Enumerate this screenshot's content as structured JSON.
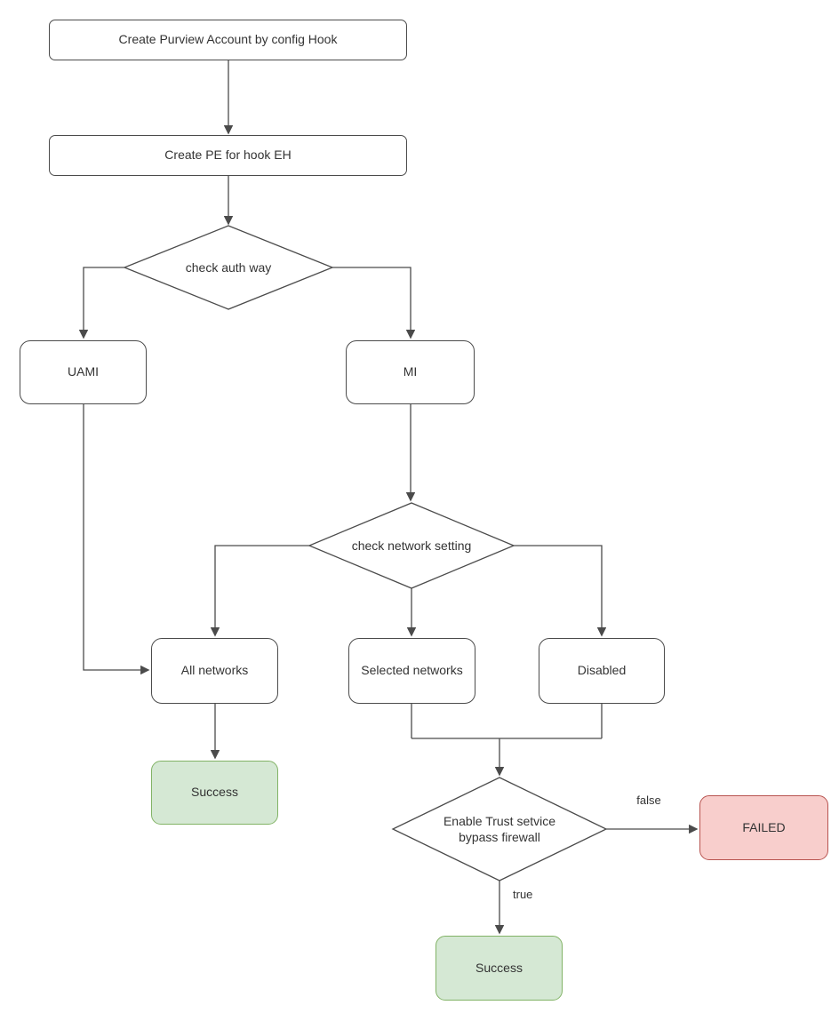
{
  "diagram": {
    "nodes": {
      "create_account": {
        "label": "Create Purview Account by config Hook",
        "type": "process"
      },
      "create_pe": {
        "label": "Create PE for hook EH",
        "type": "process"
      },
      "check_auth": {
        "label": "check auth way",
        "type": "decision"
      },
      "uami": {
        "label": "UAMI",
        "type": "rounded"
      },
      "mi": {
        "label": "MI",
        "type": "rounded"
      },
      "check_network": {
        "label": "check network setting",
        "type": "decision"
      },
      "all_networks": {
        "label": "All networks",
        "type": "rounded"
      },
      "selected_networks": {
        "label": "Selected networks",
        "type": "rounded"
      },
      "disabled": {
        "label": "Disabled",
        "type": "rounded"
      },
      "success_all": {
        "label": "Success",
        "type": "terminal-success"
      },
      "trust_service": {
        "label": "Enable Trust setvice bypass firewall",
        "type": "decision"
      },
      "failed": {
        "label": "FAILED",
        "type": "terminal-failed"
      },
      "success_trust": {
        "label": "Success",
        "type": "terminal-success"
      }
    },
    "edge_labels": {
      "false_branch": "false",
      "true_branch": "true"
    },
    "colors": {
      "success_fill": "#d5e8d4",
      "success_border": "#82b366",
      "failed_fill": "#f8cecc",
      "failed_border": "#b85450",
      "shape_fill": "#ffffff",
      "stroke": "#4b4b4b",
      "text": "#333333",
      "background": "#ffffff"
    }
  }
}
